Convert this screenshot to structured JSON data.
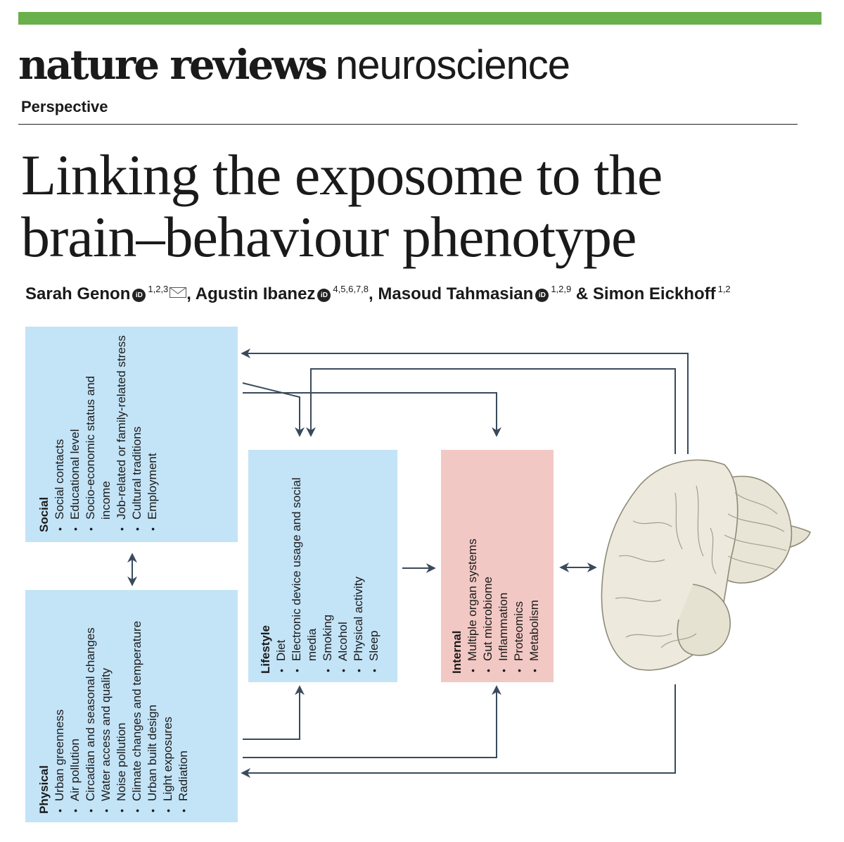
{
  "journal": {
    "name_bold": "nature reviews",
    "name_light": "neuroscience",
    "accent_color": "#6ab04c"
  },
  "article": {
    "section": "Perspective",
    "title_line1": "Linking the exposome to the",
    "title_line2": "brain–behaviour phenotype"
  },
  "authors": [
    {
      "name": "Sarah Genon",
      "affil": "1,2,3",
      "orcid": true,
      "corresponding": true
    },
    {
      "name": "Agustin Ibanez",
      "affil": "4,5,6,7,8",
      "orcid": true
    },
    {
      "name": "Masoud Tahmasian",
      "affil": "1,2,9",
      "orcid": true
    },
    {
      "name": "Simon Eickhoff",
      "affil": "1,2",
      "orcid": false
    }
  ],
  "separators": {
    "comma": ", ",
    "amp": " & "
  },
  "figure": {
    "social": {
      "heading": "Social",
      "items": [
        "Social contacts",
        "Educational level",
        "Socio-economic status and income",
        "Job-related or family-related stress",
        "Cultural traditions",
        "Employment"
      ]
    },
    "physical": {
      "heading": "Physical",
      "items": [
        "Urban greenness",
        "Air pollution",
        "Circadian and seasonal changes",
        "Water access and quality",
        "Noise pollution",
        "Climate changes and temperature",
        "Urban built design",
        "Light exposures",
        "Radiation"
      ]
    },
    "lifestyle": {
      "heading": "Lifestyle",
      "items": [
        "Diet",
        "Electronic device usage and social media",
        "Smoking",
        "Alcohol",
        "Physical activity",
        "Sleep"
      ]
    },
    "internal": {
      "heading": "Internal",
      "items": [
        "Multiple organ systems",
        "Gut microbiome",
        "Inflammation",
        "Proteomics",
        "Metabolism"
      ]
    },
    "colors": {
      "blue_box": "#c3e3f7",
      "pink_box": "#f2c8c4",
      "arrow": "#3a4a5c",
      "brain": "#ece9dc"
    }
  }
}
